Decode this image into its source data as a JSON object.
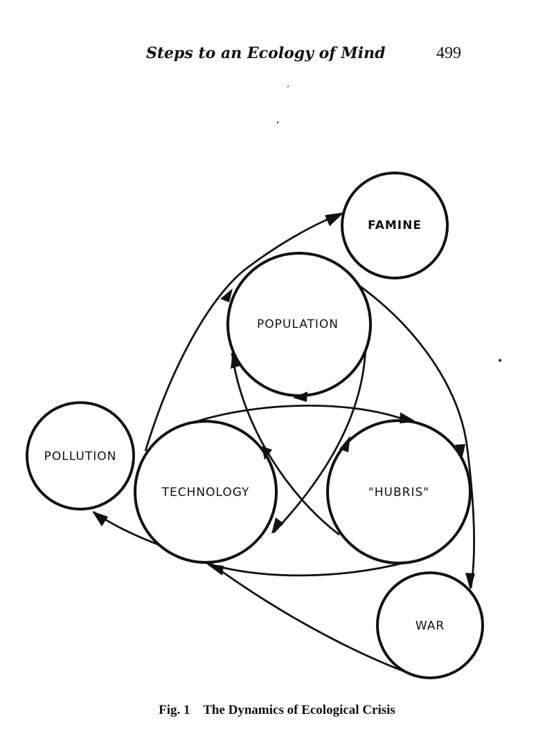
{
  "header": {
    "title": "Steps to an Ecology of Mind",
    "page_number": "499"
  },
  "diagram": {
    "nodes": [
      {
        "id": "famine",
        "label": "FAMINE"
      },
      {
        "id": "population",
        "label": "POPULATION"
      },
      {
        "id": "pollution",
        "label": "POLLUTION"
      },
      {
        "id": "technology",
        "label": "TECHNOLOGY"
      },
      {
        "id": "hubris",
        "label": "\"HUBRIS\""
      },
      {
        "id": "war",
        "label": "WAR"
      }
    ]
  },
  "caption": {
    "label": "Fig. 1",
    "text": "The Dynamics of Ecological Crisis"
  }
}
